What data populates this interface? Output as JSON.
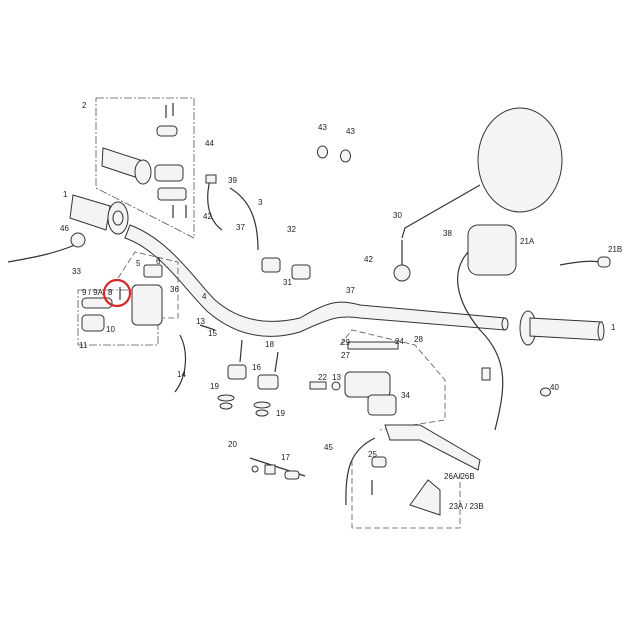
{
  "diagram": {
    "title": "Handlebar exploded parts diagram",
    "highlight_color": "#d62828",
    "highlighted_part": "8",
    "labels": {
      "p2": "2",
      "p44": "44",
      "p39": "39",
      "p3": "3",
      "p1a": "1",
      "p46": "46",
      "p42a": "42",
      "p37a": "37",
      "p32": "32",
      "p31": "31",
      "p33": "33",
      "p9": "9 / 9A",
      "p8": "8",
      "p5": "5",
      "p6": "6",
      "p36": "36",
      "p4": "4",
      "p10": "10",
      "p11": "11",
      "p13a": "13",
      "p15": "15",
      "p14": "14",
      "p18": "18",
      "p16": "16",
      "p19a": "19",
      "p19b": "19",
      "p20": "20",
      "p17": "17",
      "p22": "22",
      "p13b": "13",
      "p43a": "43",
      "p43b": "43",
      "p30": "30",
      "p38": "38",
      "p21a": "21A",
      "p21b": "21B",
      "p1b": "1",
      "p42b": "42",
      "p37b": "37",
      "p29": "29",
      "p24": "24",
      "p28": "28",
      "p27": "27",
      "p34": "34",
      "p40": "40",
      "p45": "45",
      "p25": "25",
      "p26": "26A/26B",
      "p23": "23A / 23B"
    }
  }
}
